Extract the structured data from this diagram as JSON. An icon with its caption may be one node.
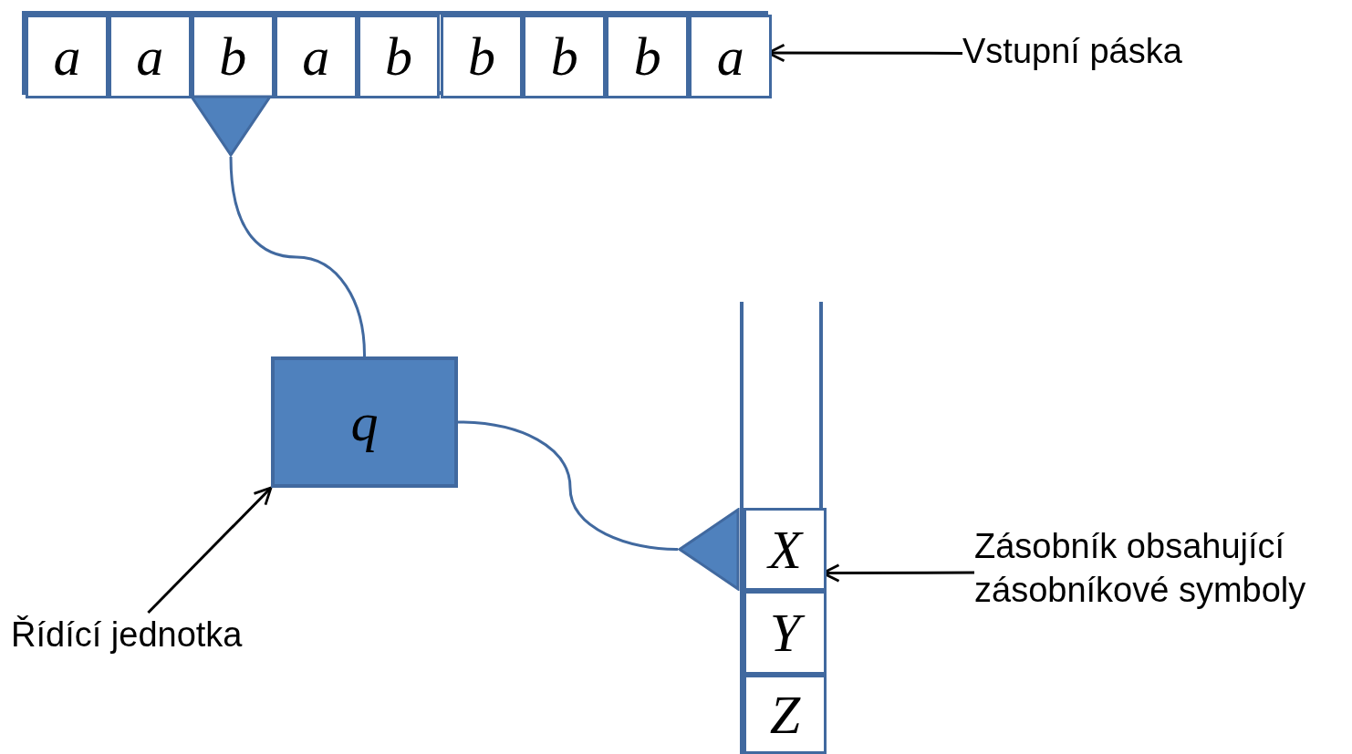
{
  "diagram": {
    "nodes": [
      {
        "text": [],
        "shape": "box"
      },
      {
        "text": [
          "a"
        ],
        "in": 0
      },
      {
        "text": [
          "a"
        ],
        "in": 0
      },
      {
        "text": [
          "b"
        ],
        "in": 0
      },
      {
        "text": [
          "a"
        ],
        "in": 0
      },
      {
        "text": [
          "b"
        ],
        "in": 0
      },
      {
        "text": [
          "b"
        ],
        "in": 0
      },
      {
        "text": [
          "b"
        ],
        "in": 0
      },
      {
        "text": [
          "b"
        ],
        "in": 0
      },
      {
        "text": [
          "a"
        ],
        "in": 0
      },
      {
        "text": [],
        "shape": "triangle"
      },
      {
        "text": [
          "q"
        ]
      },
      {
        "text": [],
        "shape": "box"
      },
      {
        "text": [
          "X"
        ],
        "in": 12
      },
      {
        "text": [
          "Y"
        ],
        "in": 12
      },
      {
        "text": [
          "Z"
        ],
        "in": 12
      },
      {
        "text": [],
        "shape": "triangle"
      },
      {
        "text": [
          "Vstupní páska"
        ]
      },
      {
        "text": [
          "Řídící jednotka"
        ]
      },
      {
        "text": [
          "Zásobník obsahující zásobníkové symboly"
        ]
      }
    ],
    "edges": [
      {
        "from": 10,
        "to": 11,
        "arrow": "none",
        "color": "#41699f"
      },
      {
        "from": 11,
        "to": 16,
        "arrow": "none",
        "color": "#41699f"
      },
      {
        "from": 17,
        "to": 0,
        "arrow": "to"
      },
      {
        "from": 18,
        "to": 11,
        "arrow": "to"
      },
      {
        "from": 19,
        "to": 12,
        "arrow": "to"
      }
    ]
  }
}
